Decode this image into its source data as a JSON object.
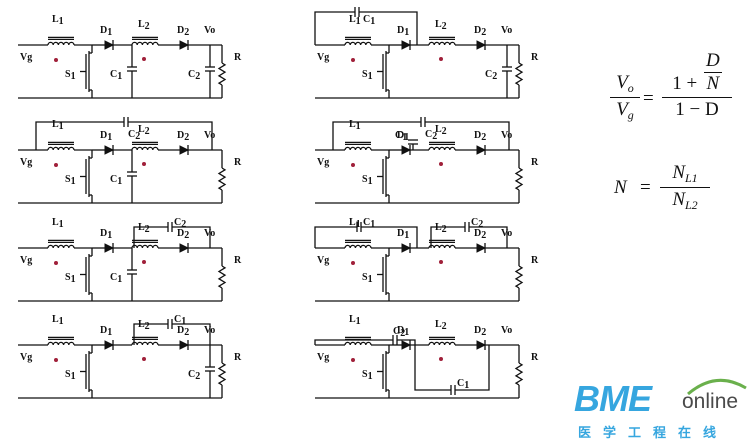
{
  "circuits": [
    {
      "id": "a",
      "labels": {
        "L1": "L1",
        "L2": "L2",
        "D1": "D1",
        "D2": "D2",
        "S1": "S1",
        "C1": "C1",
        "C2": "C2",
        "Vg": "Vg",
        "Vo": "Vo",
        "R": "R"
      }
    },
    {
      "id": "b",
      "labels": {
        "L1": "L1",
        "L2": "L2",
        "D1": "D1",
        "D2": "D2",
        "S1": "S1",
        "C1": "C1",
        "C2": "C2",
        "Vg": "Vg",
        "Vo": "Vo",
        "R": "R"
      }
    },
    {
      "id": "c",
      "labels": {
        "L1": "L1",
        "L2": "L2",
        "D1": "D1",
        "D2": "D2",
        "S1": "S1",
        "C1": "C1",
        "C2": "C2",
        "Vg": "Vg",
        "Vo": "Vo",
        "R": "R"
      }
    },
    {
      "id": "d",
      "labels": {
        "L1": "L1",
        "L2": "L2",
        "D1": "D1",
        "D2": "D2",
        "S1": "S1",
        "C1": "C1",
        "C2": "C2",
        "Vg": "Vg",
        "Vo": "Vo",
        "R": "R"
      }
    },
    {
      "id": "e",
      "labels": {
        "L1": "L1",
        "L2": "L2",
        "D1": "D1",
        "D2": "D2",
        "S1": "S1",
        "C1": "C1",
        "C2": "C2",
        "Vg": "Vg",
        "Vo": "Vo",
        "R": "R"
      }
    },
    {
      "id": "f",
      "labels": {
        "L1": "L1",
        "L2": "L2",
        "D1": "D1",
        "D2": "D2",
        "S1": "S1",
        "C1": "C1",
        "C2": "C2",
        "Vg": "Vg",
        "Vo": "Vo",
        "R": "R"
      }
    },
    {
      "id": "g",
      "labels": {
        "L1": "L1",
        "L2": "L2",
        "D1": "D1",
        "D2": "D2",
        "S1": "S1",
        "C1": "C1",
        "C2": "C2",
        "Vg": "Vg",
        "Vo": "Vo",
        "R": "R"
      }
    },
    {
      "id": "h",
      "labels": {
        "L1": "L1",
        "L2": "L2",
        "D1": "D1",
        "D2": "D2",
        "S1": "S1",
        "C1": "C1",
        "C2": "C2",
        "Vg": "Vg",
        "Vo": "Vo",
        "R": "R"
      }
    }
  ],
  "equations": {
    "gain_lhs_num": "V",
    "gain_lhs_num_sub": "o",
    "gain_lhs_den": "V",
    "gain_lhs_den_sub": "g",
    "equals": "=",
    "gain_rhs_num_prefix": "1 +",
    "gain_rhs_num_frac_num": "D",
    "gain_rhs_num_frac_den": "N",
    "gain_rhs_den": "1 − D",
    "turns_lhs": "N",
    "turns_num": "N",
    "turns_num_sub": "L1",
    "turns_den": "N",
    "turns_den_sub": "L2"
  },
  "logo": {
    "brand": "BME",
    "online": "online",
    "chinese": "医学工程在线"
  },
  "colors": {
    "wire": "#111111",
    "dot": "#a0203a",
    "brand": "#36a6df",
    "online": "#4a4a4a"
  }
}
